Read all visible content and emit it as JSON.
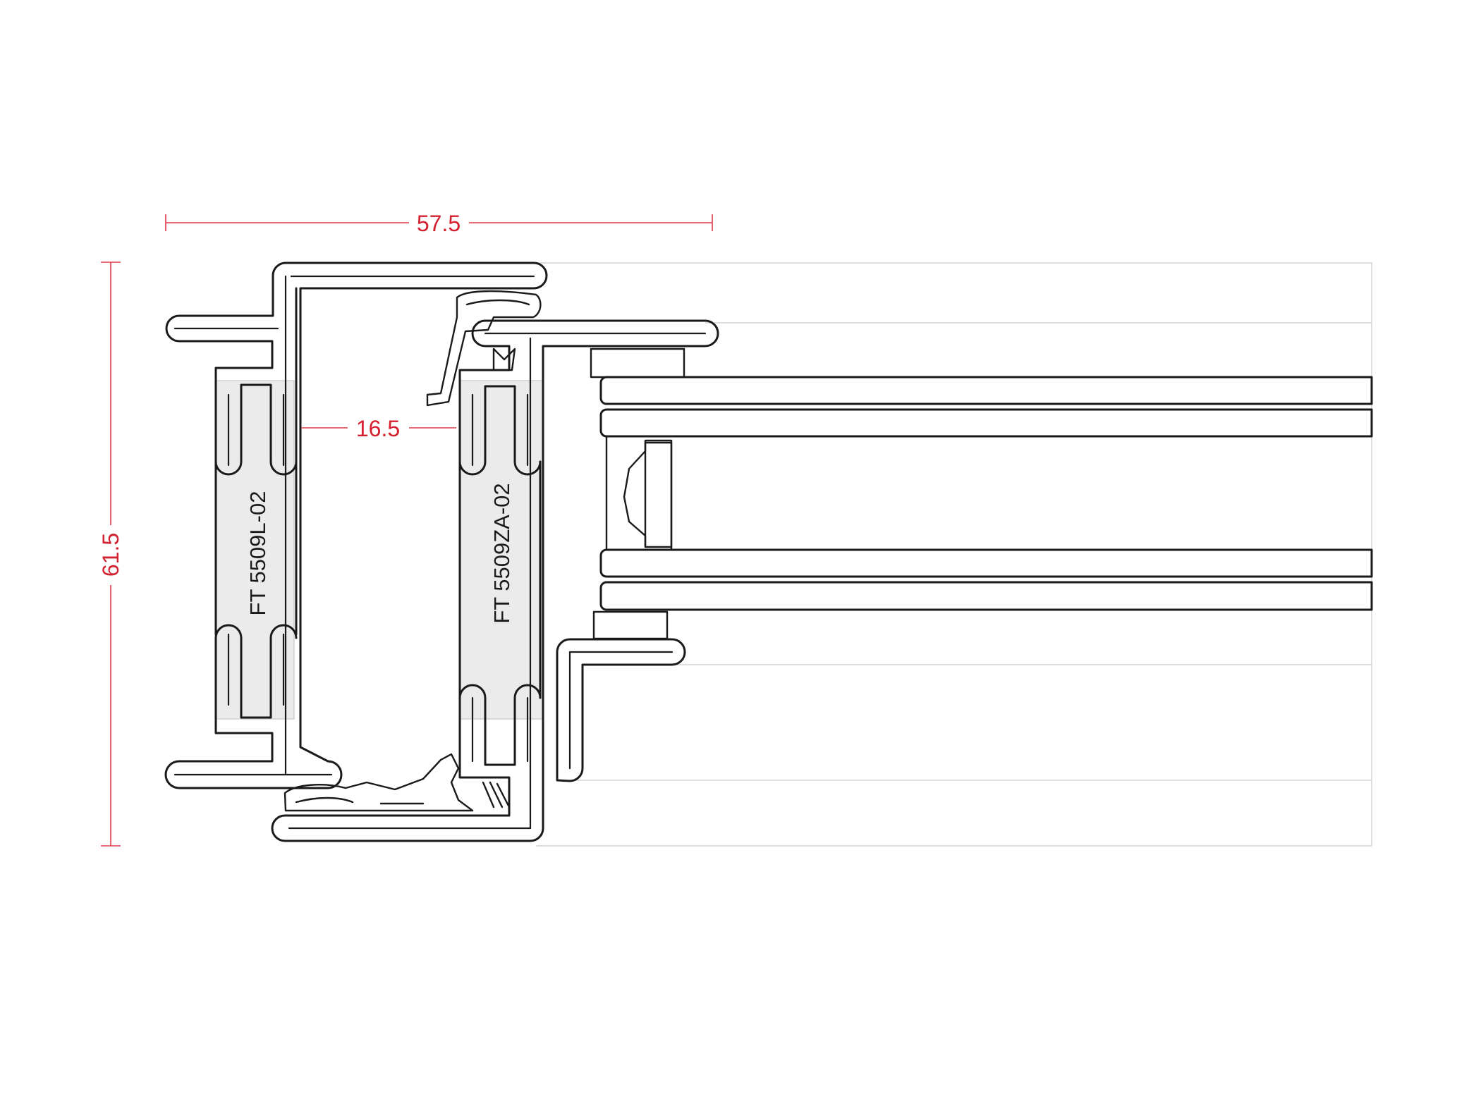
{
  "colors": {
    "dimension": "#d41f2e",
    "outline": "#1a1a1a",
    "thermal_break": "#ebebeb",
    "ghost_line": "#c9c9c9"
  },
  "dimensions": {
    "overall_width": "57.5",
    "overall_height": "61.5",
    "gap": "16.5"
  },
  "parts": {
    "outer_frame": "FT 5509L-02",
    "sash": "FT 5509ZA-02"
  }
}
